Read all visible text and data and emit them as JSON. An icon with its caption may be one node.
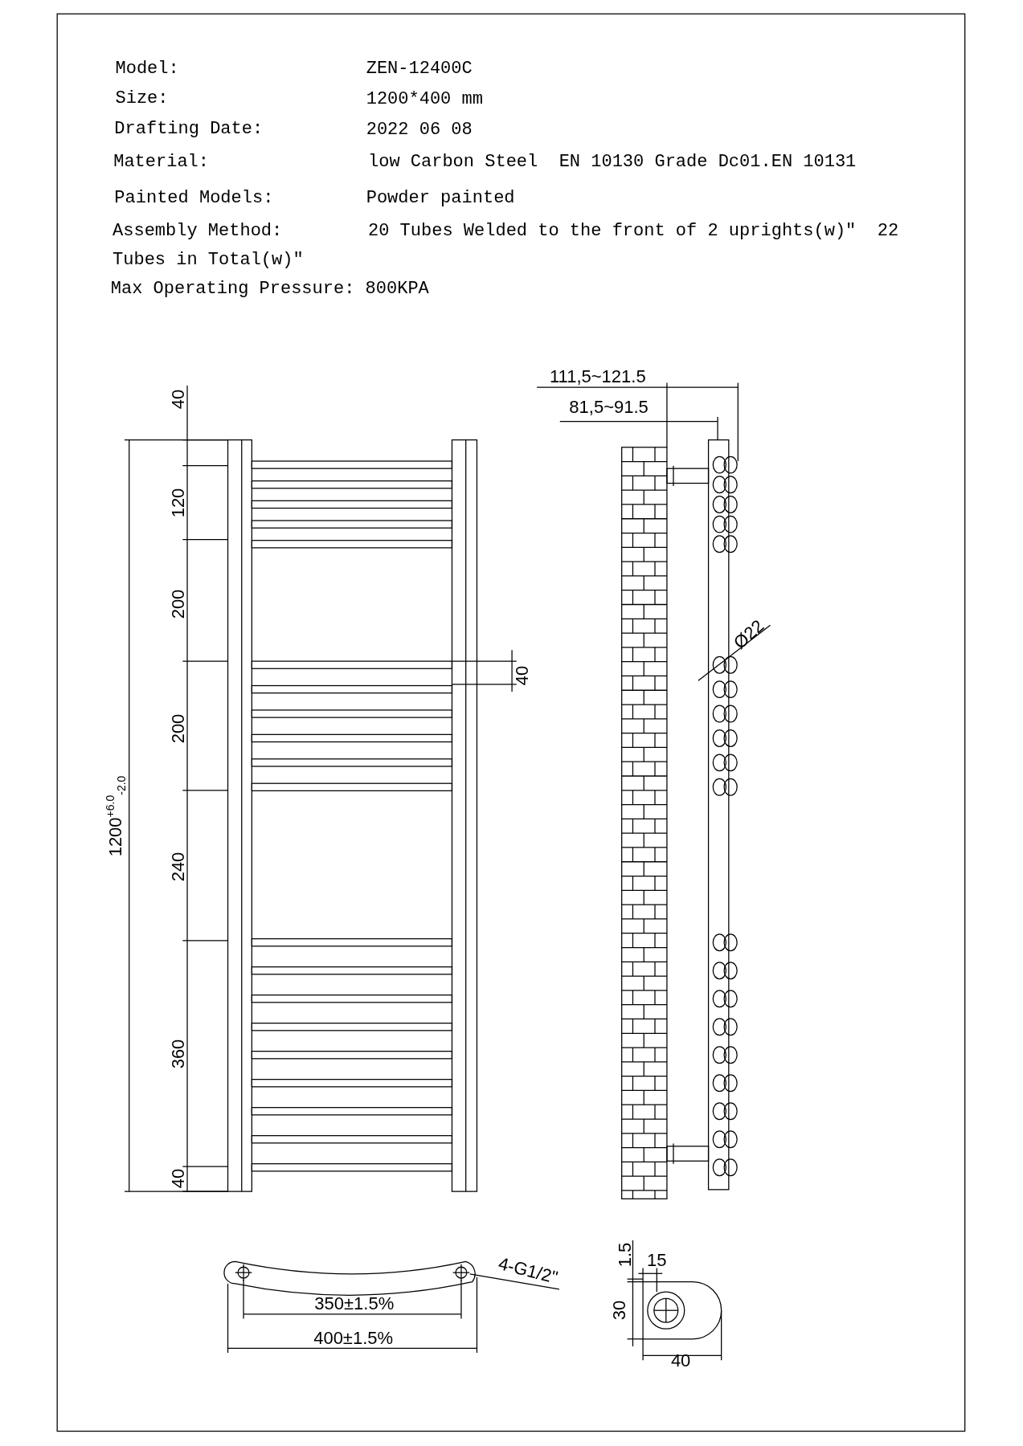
{
  "diagram": {
    "nodes": [
      {
        "text": [
          "4-G1/2\""
        ]
      },
      {
        "text": [],
        "shape": "circle"
      }
    ],
    "edges": [
      {
        "from": 0,
        "to": 1,
        "arrow": "none"
      }
    ],
    "labels": [
      "Model:",
      "ZEN-12400C",
      "Size:",
      "1200*400 mm",
      "Drafting Date:",
      "2022 06 08",
      "Material:",
      "low Carbon Steel  EN 10130 Grade Dc01.EN 10131",
      "Painted Models:",
      "Powder painted",
      "Assembly Method:",
      "20 Tubes Welded to the front of 2 uprights(w)″  22",
      "Tubes in Total(w)″",
      "Max Operating Pressure: 800KPA",
      "40",
      "120",
      "200",
      "200",
      "240",
      "360",
      "40",
      "1200$^{+6.0}$$_{-2.0}$",
      "40",
      "111,5~121.5",
      "81,5~91.5",
      "Ø22",
      "350±1.5%",
      "400±1.5%",
      "1.5",
      "15",
      "30",
      "40"
    ]
  }
}
